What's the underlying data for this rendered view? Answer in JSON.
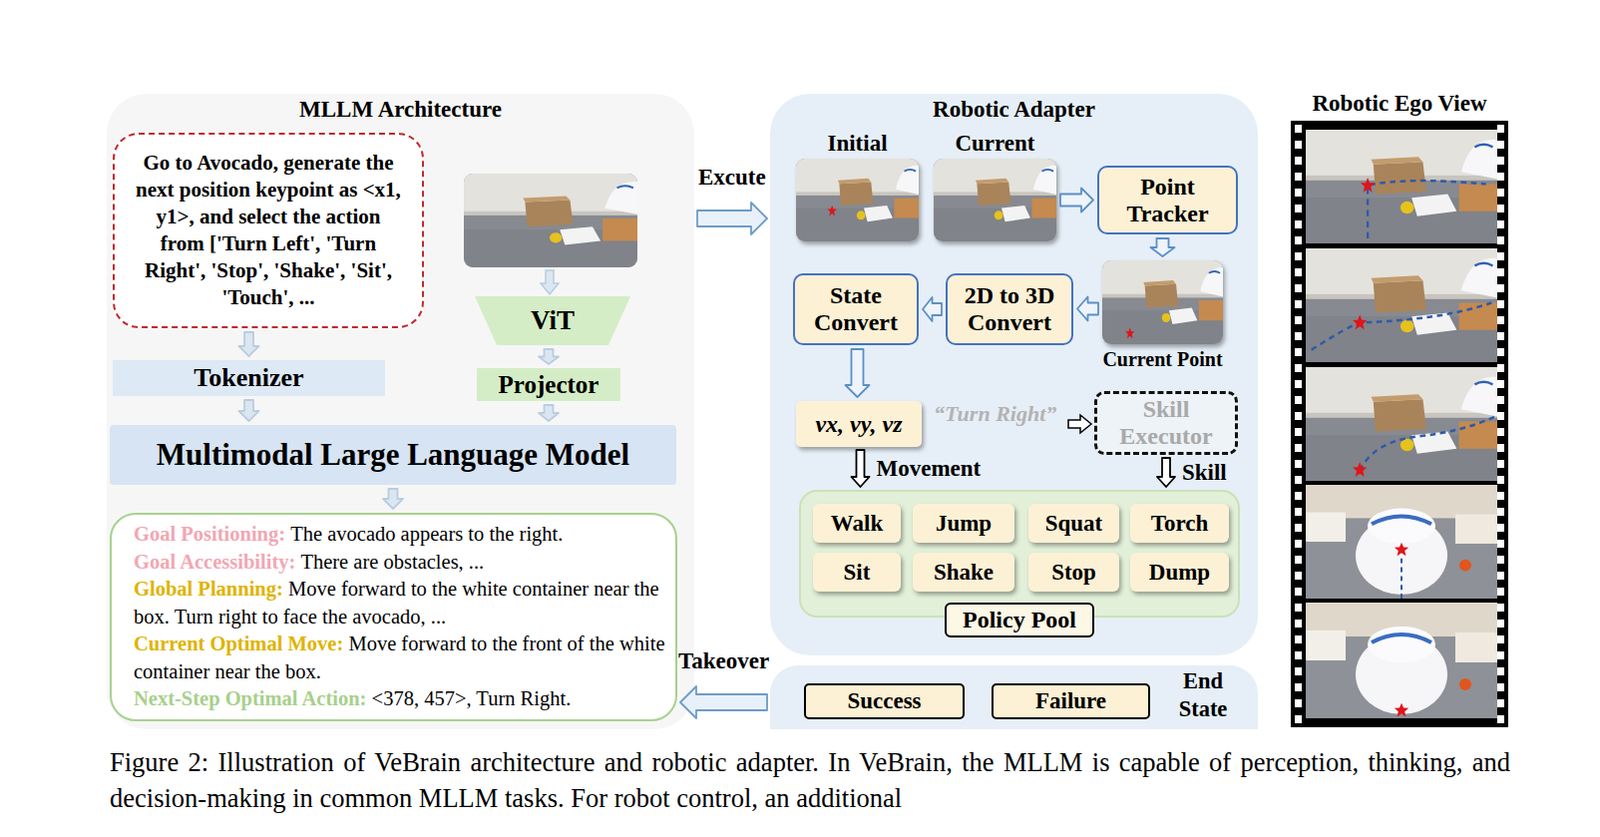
{
  "diagram": {
    "caption": "Figure 2: Illustration of VeBrain architecture and robotic adapter. In VeBrain, the MLLM is capable of perception, thinking, and decision-making in common MLLM tasks. For robot control, an additional",
    "nodes": [
      {
        "text": [
          "MLLM Architecture"
        ]
      },
      {
        "text": [
          "Go to Avocado, generate the next position keypoint as <x1, y1>, and select the action from ['Turn Left', 'Turn Right', 'Stop', 'Shake', 'Sit', 'Touch', ..."
        ],
        "in": 0
      },
      {
        "text": [
          "ViT"
        ],
        "in": 0
      },
      {
        "text": [
          "Tokenizer"
        ],
        "in": 0
      },
      {
        "text": [
          "Projector"
        ],
        "in": 0
      },
      {
        "text": [
          "Multimodal Large Language Model"
        ],
        "in": 0
      },
      {
        "text": [
          "Goal Positioning:",
          "The avocado appears to the right.",
          "Goal Accessibility:",
          "There are obstacles, ...",
          "Global Planning:",
          "Move forward to the white container near the box. Turn right to face the avocado, ...",
          "Current Optimal Move:",
          "Move forward to the front of the white container near the box.",
          "Next-Step Optimal Action:",
          "<378, 457>, Turn Right."
        ],
        "in": 0
      },
      {
        "text": [
          "Robotic Adapter"
        ]
      },
      {
        "text": [
          "Initial"
        ],
        "in": 7
      },
      {
        "text": [
          "Current"
        ],
        "in": 7
      },
      {
        "text": [
          "Point Tracker"
        ],
        "in": 7
      },
      {
        "text": [
          "State Convert"
        ],
        "in": 7
      },
      {
        "text": [
          "2D to 3D Convert"
        ],
        "in": 7
      },
      {
        "text": [
          "Current Point"
        ],
        "in": 7
      },
      {
        "text": [
          "vx, vy, vz"
        ],
        "in": 7
      },
      {
        "text": [
          "Skill Executor"
        ],
        "in": 7
      },
      {
        "text": [
          "Policy Pool"
        ],
        "in": 7
      },
      {
        "text": [
          "Walk"
        ],
        "in": 16
      },
      {
        "text": [
          "Jump"
        ],
        "in": 16
      },
      {
        "text": [
          "Squat"
        ],
        "in": 16
      },
      {
        "text": [
          "Torch"
        ],
        "in": 16
      },
      {
        "text": [
          "Sit"
        ],
        "in": 16
      },
      {
        "text": [
          "Shake"
        ],
        "in": 16
      },
      {
        "text": [
          "Stop"
        ],
        "in": 16
      },
      {
        "text": [
          "Dump"
        ],
        "in": 16
      },
      {
        "text": [
          "End State"
        ]
      },
      {
        "text": [
          "Success"
        ],
        "in": 25
      },
      {
        "text": [
          "Failure"
        ],
        "in": 25
      },
      {
        "text": [
          "Robotic Ego View"
        ]
      }
    ],
    "edges": [
      {
        "from": 1,
        "to": 3,
        "arrow": "to"
      },
      {
        "from": 2,
        "to": 4,
        "arrow": "to"
      },
      {
        "from": 3,
        "to": 5,
        "arrow": "to"
      },
      {
        "from": 4,
        "to": 5,
        "arrow": "to"
      },
      {
        "from": 5,
        "to": 6,
        "arrow": "to"
      },
      {
        "from": 0,
        "to": 7,
        "label": "Excute",
        "arrow": "to"
      },
      {
        "from": 9,
        "to": 10,
        "arrow": "to"
      },
      {
        "from": 10,
        "to": 13,
        "arrow": "to"
      },
      {
        "from": 13,
        "to": 12,
        "arrow": "to"
      },
      {
        "from": 12,
        "to": 11,
        "arrow": "to"
      },
      {
        "from": 11,
        "to": 14,
        "arrow": "to"
      },
      {
        "from": 14,
        "to": 16,
        "label": "Movement",
        "arrow": "to"
      },
      {
        "from": 15,
        "to": 16,
        "label": "Skill",
        "arrow": "to"
      },
      {
        "from": 25,
        "to": 6,
        "label": "Takeover",
        "arrow": "to"
      }
    ],
    "labels": [
      "“Turn Right”"
    ]
  }
}
